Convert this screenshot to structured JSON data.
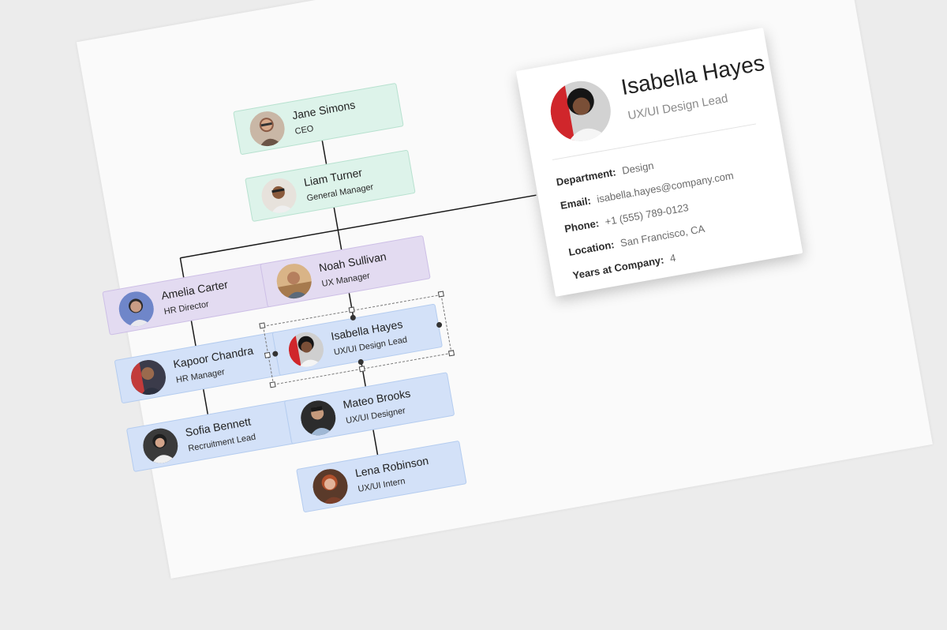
{
  "org_chart": {
    "nodes": [
      {
        "id": "jane",
        "name": "Jane Simons",
        "title": "CEO",
        "color": "green"
      },
      {
        "id": "liam",
        "name": "Liam Turner",
        "title": "General Manager",
        "color": "green"
      },
      {
        "id": "amelia",
        "name": "Amelia Carter",
        "title": "HR Director",
        "color": "purple"
      },
      {
        "id": "noah",
        "name": "Noah Sullivan",
        "title": "UX Manager",
        "color": "purple"
      },
      {
        "id": "kapoor",
        "name": "Kapoor Chandra",
        "title": "HR Manager",
        "color": "blue"
      },
      {
        "id": "isabella",
        "name": "Isabella Hayes",
        "title": "UX/UI Design Lead",
        "color": "blue",
        "selected": true
      },
      {
        "id": "sofia",
        "name": "Sofia Bennett",
        "title": "Recruitment Lead",
        "color": "blue"
      },
      {
        "id": "mateo",
        "name": "Mateo Brooks",
        "title": "UX/UI Designer",
        "color": "blue"
      },
      {
        "id": "lena",
        "name": "Lena Robinson",
        "title": "UX/UI Intern",
        "color": "blue"
      }
    ],
    "edges": [
      [
        "jane",
        "liam"
      ],
      [
        "liam",
        "amelia"
      ],
      [
        "liam",
        "noah"
      ],
      [
        "amelia",
        "kapoor"
      ],
      [
        "kapoor",
        "sofia"
      ],
      [
        "noah",
        "isabella"
      ],
      [
        "isabella",
        "mateo"
      ],
      [
        "mateo",
        "lena"
      ]
    ]
  },
  "detail_card": {
    "name": "Isabella Hayes",
    "role": "UX/UI Design Lead",
    "fields": [
      {
        "label": "Department:",
        "value": "Design"
      },
      {
        "label": "Email:",
        "value": "isabella.hayes@company.com"
      },
      {
        "label": "Phone:",
        "value": "+1 (555) 789-0123"
      },
      {
        "label": "Location:",
        "value": "San Francisco, CA"
      },
      {
        "label": "Years at Company:",
        "value": "4"
      }
    ]
  },
  "colors": {
    "green": "#ddf3ea",
    "purple": "#e3dbf1",
    "blue": "#d3e1f8",
    "connector": "#1a1a1a"
  },
  "icons": [
    "avatar-photo"
  ]
}
